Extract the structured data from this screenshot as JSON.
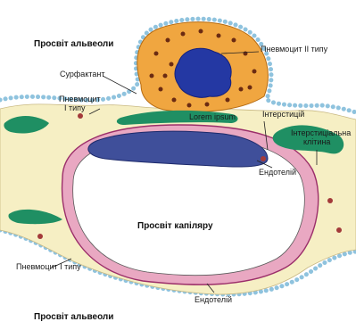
{
  "labels": {
    "alveolus_lumen_top": "Просвіт альвеоли",
    "pneumocyte_type2": "Пневмоцит ІІ типу",
    "surfactant": "Сурфактант",
    "pneumocyte_type1_top_line1": "Пневмоцит",
    "pneumocyte_type1_top_line2": "І типу",
    "lorem": "Lorem ipsum",
    "interstitium": "Інтерстицій",
    "interstitial_cell_line1": "Інтерстиціальна",
    "interstitial_cell_line2": "клітина",
    "endothelium_top": "Ендотелій",
    "capillary_lumen": "Просвіт капіляру",
    "pneumocyte_type1_bottom": "Пневмоцит І типу",
    "endothelium_bottom": "Ендотелій",
    "alveolus_lumen_bottom": "Просвіт альвеоли"
  },
  "colors": {
    "surfactant_beads": "#8fc3de",
    "interstitium": "#f6efc4",
    "pneumocyte2": "#f0a640",
    "nucleus": "#2438a3",
    "endothelium": "#e9a8c2",
    "capillary_lumen": "#ffffff",
    "green_cells": "#1f8f63",
    "blood_cell": "#3f4f9a"
  }
}
